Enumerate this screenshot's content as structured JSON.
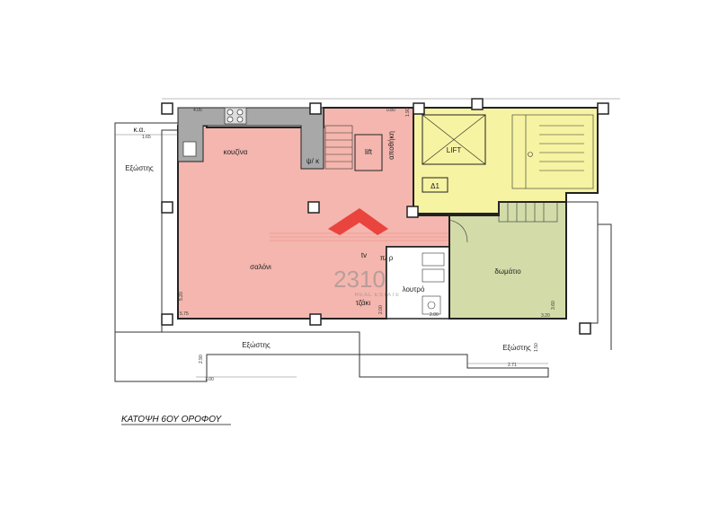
{
  "plan": {
    "title": "ΚΑΤΟΨΗ 6ΟΥ ΟΡΟΦΟΥ",
    "rooms": {
      "kitchen": "κουζίνα",
      "living": "σαλόνι",
      "bedroom": "δωμάτιο",
      "bathroom": "λουτρό",
      "fridge": "ψ/ κ",
      "lift_shaft": "lift",
      "lift": "LIFT",
      "storage": "αποθήκη",
      "apartment": "Δ1",
      "tv": "tv",
      "laundry": "π/ ρ",
      "fireplace": "τζάκι",
      "ka": "κ.α.",
      "balcony_left": "Εξώστης",
      "balcony_bottom_left": "Εξώστης",
      "balcony_bottom_right": "Εξώστης"
    },
    "dims": {
      "d405": "4.05",
      "d080": "0.80",
      "d190": "1.90",
      "d165": "1.65",
      "d520": "5.20",
      "d575": "5.75",
      "d200a": "2.00",
      "d200b": "2.00",
      "d360": "3.60",
      "d320": "3.20",
      "d290": "2.90",
      "d700": "7.00",
      "d150": "1.50",
      "d271": "2.71"
    },
    "colors": {
      "kitchen_living": "#f4b6ae",
      "core": "#f6f3a2",
      "bedroom": "#d3dca9",
      "counter": "#a8a8a8",
      "wall": "#222222",
      "logo_red": "#e8302a"
    },
    "watermark": {
      "number": "2310",
      "subtitle": "REAL ESTATE"
    }
  }
}
